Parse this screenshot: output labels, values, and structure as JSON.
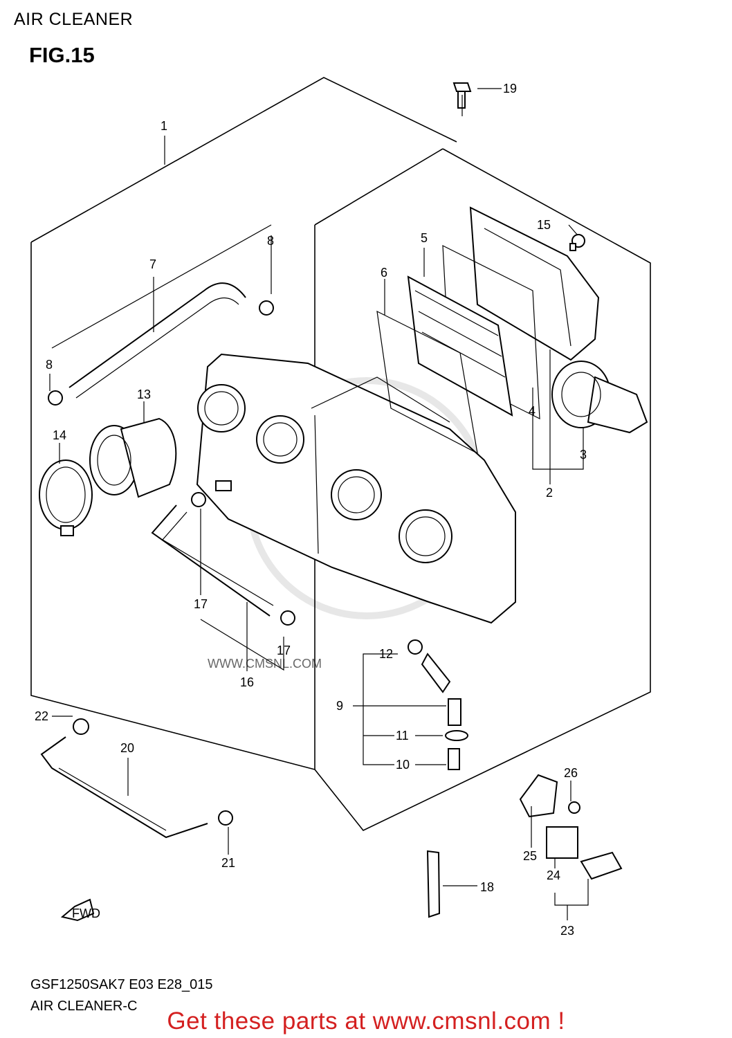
{
  "header": {
    "title": "AIR CLEANER"
  },
  "figure": {
    "label": "FIG.15"
  },
  "callouts": [
    "1",
    "2",
    "3",
    "4",
    "5",
    "6",
    "7",
    "8",
    "9",
    "10",
    "11",
    "12",
    "13",
    "14",
    "15",
    "16",
    "17",
    "18",
    "19",
    "20",
    "21",
    "22",
    "23",
    "24",
    "25",
    "26"
  ],
  "markers": {
    "fwd": "FWD"
  },
  "watermark": {
    "text": "WWW.CMSNL.COM"
  },
  "footer": {
    "code": "GSF1250SAK7 E03 E28_015",
    "name": "AIR CLEANER-C",
    "promo": "Get these parts at www.cmsnl.com !"
  },
  "colors": {
    "promo": "#d42020",
    "line": "#000000",
    "watermark": "#c9c9c9"
  }
}
